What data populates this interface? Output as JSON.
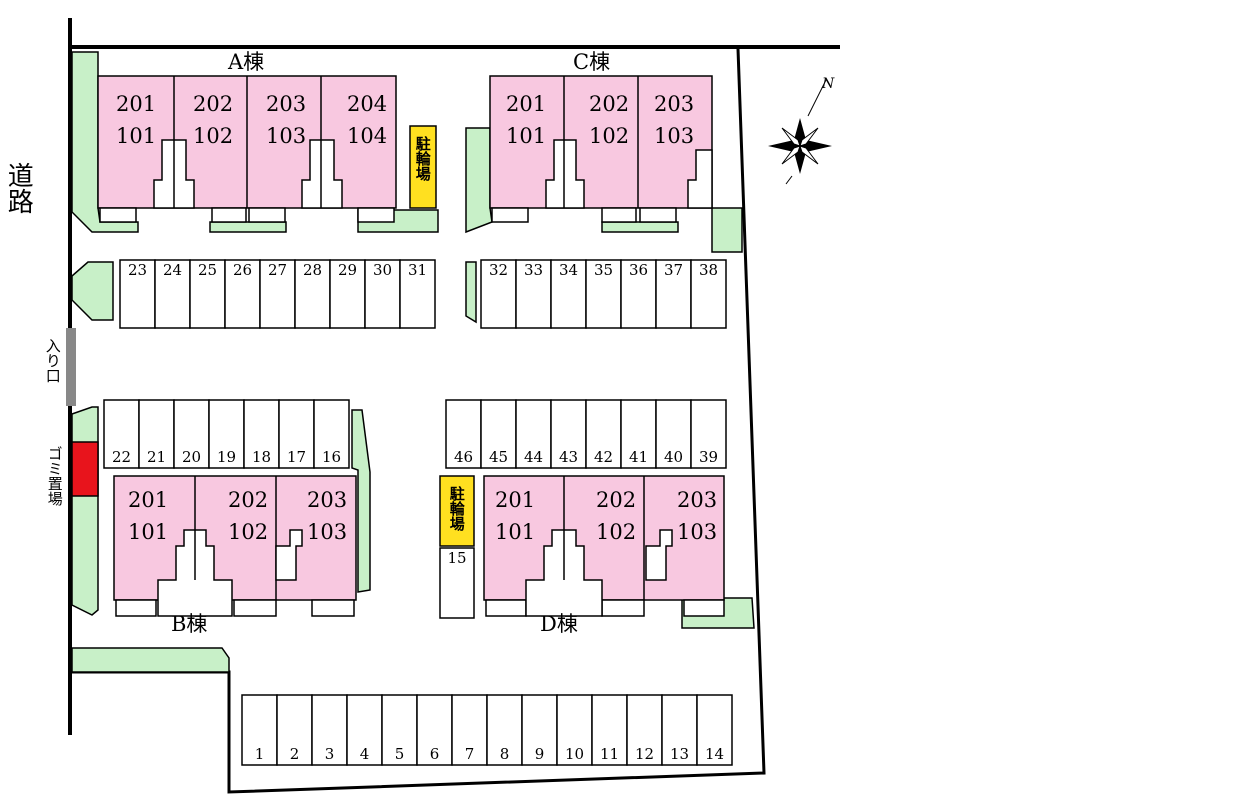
{
  "road": {
    "label": "道路"
  },
  "entrance": {
    "label": "入り口"
  },
  "garbage": {
    "label": "ゴミ置場",
    "color": "#e8141c"
  },
  "compass": {
    "label": "N"
  },
  "colors": {
    "unit_fill": "#f8c8e0",
    "green_fill": "#c8f0c8",
    "bike_fill": "#ffe020",
    "gate_fill": "#888888",
    "line": "#000000"
  },
  "buildings": {
    "a": {
      "name": "A棟",
      "units": [
        {
          "upper": "201",
          "lower": "101"
        },
        {
          "upper": "202",
          "lower": "102"
        },
        {
          "upper": "203",
          "lower": "103"
        },
        {
          "upper": "204",
          "lower": "104"
        }
      ],
      "bike": "駐輪場"
    },
    "b": {
      "name": "B棟",
      "units": [
        {
          "upper": "201",
          "lower": "101"
        },
        {
          "upper": "202",
          "lower": "102"
        },
        {
          "upper": "203",
          "lower": "103"
        }
      ]
    },
    "c": {
      "name": "C棟",
      "units": [
        {
          "upper": "201",
          "lower": "101"
        },
        {
          "upper": "202",
          "lower": "102"
        },
        {
          "upper": "203",
          "lower": "103"
        }
      ]
    },
    "d": {
      "name": "D棟",
      "units": [
        {
          "upper": "201",
          "lower": "101"
        },
        {
          "upper": "202",
          "lower": "102"
        },
        {
          "upper": "203",
          "lower": "103"
        }
      ],
      "bike": "駐輪場"
    }
  },
  "parking": {
    "row_a": [
      "23",
      "24",
      "25",
      "26",
      "27",
      "28",
      "29",
      "30",
      "31"
    ],
    "row_c": [
      "32",
      "33",
      "34",
      "35",
      "36",
      "37",
      "38"
    ],
    "row_b": [
      "22",
      "21",
      "20",
      "19",
      "18",
      "17",
      "16"
    ],
    "row_d": [
      "46",
      "45",
      "44",
      "43",
      "42",
      "41",
      "40",
      "39"
    ],
    "single": [
      "15"
    ],
    "bottom": [
      "1",
      "2",
      "3",
      "4",
      "5",
      "6",
      "7",
      "8",
      "9",
      "10",
      "11",
      "12",
      "13",
      "14"
    ]
  }
}
